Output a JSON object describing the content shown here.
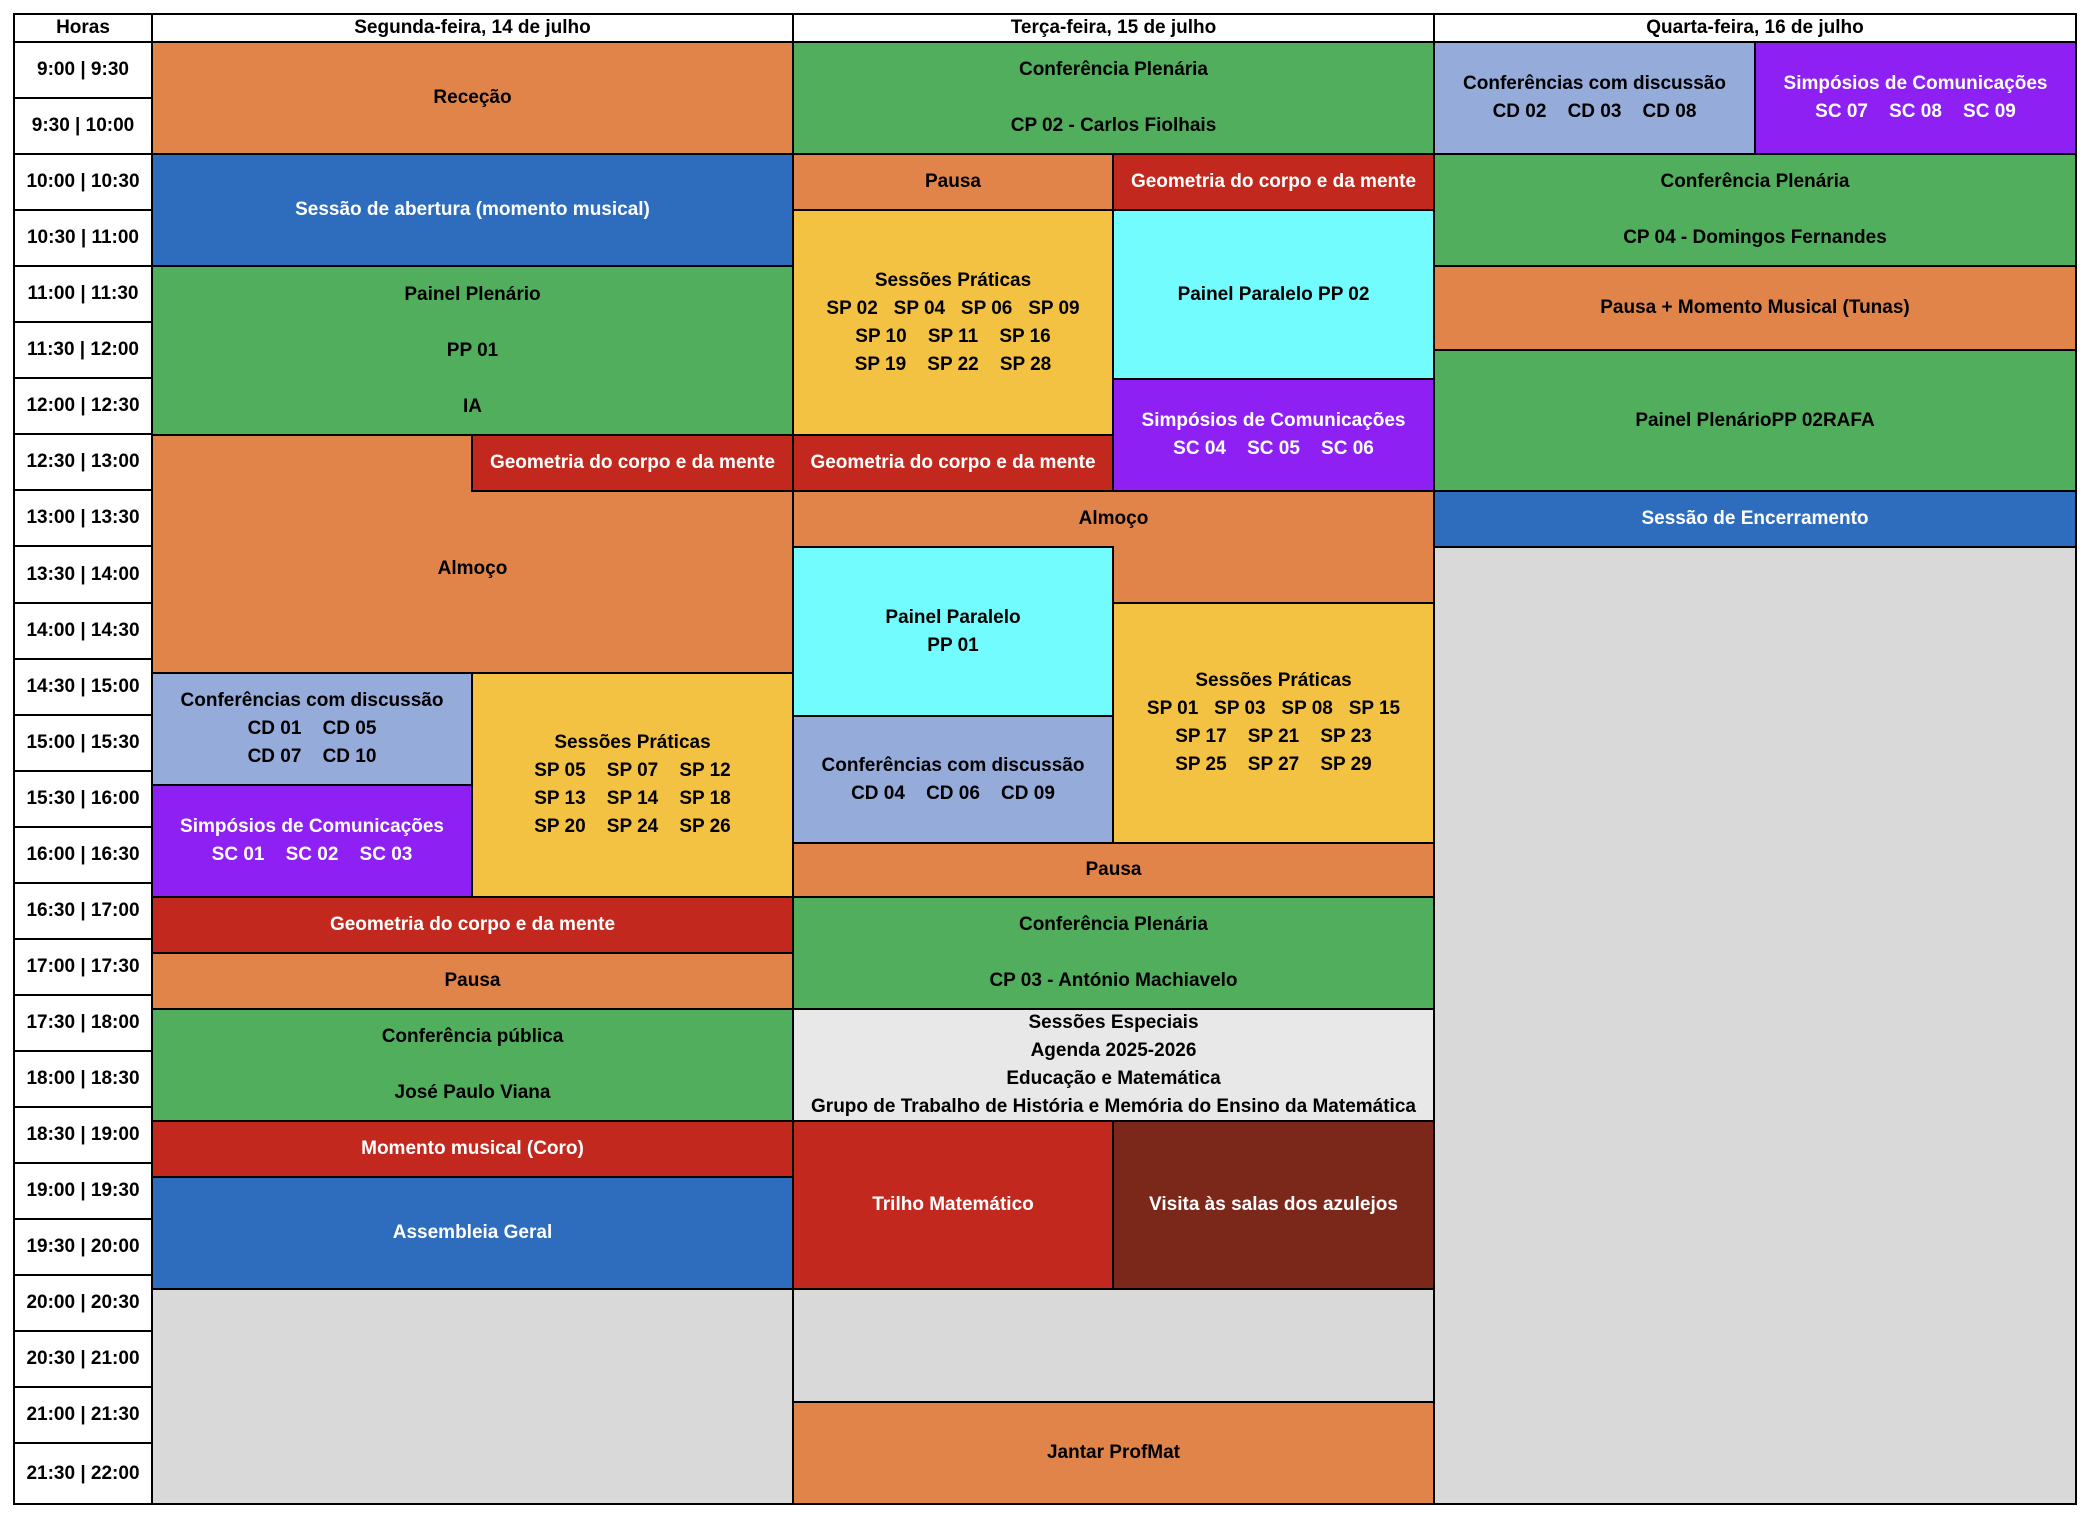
{
  "header": {
    "time_label": "Horas",
    "day1": "Segunda-feira, 14 de julho",
    "day2": "Terça-feira, 15 de julho",
    "day3": "Quarta-feira, 16 de julho"
  },
  "times": [
    "9:00 | 9:30",
    "9:30 | 10:00",
    "10:00 | 10:30",
    "10:30 | 11:00",
    "11:00 | 11:30",
    "11:30 | 12:00",
    "12:00 | 12:30",
    "12:30 | 13:00",
    "13:00 | 13:30",
    "13:30 | 14:00",
    "14:00 | 14:30",
    "14:30 | 15:00",
    "15:00 | 15:30",
    "15:30 | 16:00",
    "16:00 | 16:30",
    "16:30 | 17:00",
    "17:00 | 17:30",
    "17:30 | 18:00",
    "18:00 | 18:30",
    "18:30 | 19:00",
    "19:00 | 19:30",
    "19:30 | 20:00",
    "20:00 | 20:30",
    "20:30 | 21:00",
    "21:00 | 21:30",
    "21:30 | 22:00"
  ],
  "monday": {
    "rececao": "Receção",
    "abertura": "Sessão de abertura (momento musical)",
    "painel_plenario": {
      "l1": "Painel Plenário",
      "l2": "PP 01",
      "l3": "IA"
    },
    "geometria_1": "Geometria do corpo e da mente",
    "almoco": "Almoço",
    "cd": {
      "title": "Conferências com discussão",
      "r1": [
        "CD 01",
        "CD 05"
      ],
      "r2": [
        "CD 07",
        "CD 10"
      ]
    },
    "sp": {
      "title": "Sessões Práticas",
      "r1": [
        "SP 05",
        "SP 07",
        "SP 12"
      ],
      "r2": [
        "SP 13",
        "SP 14",
        "SP 18"
      ],
      "r3": [
        "SP 20",
        "SP 24",
        "SP 26"
      ]
    },
    "sc": {
      "title": "Simpósios de Comunicações",
      "r1": [
        "SC 01",
        "SC 02",
        "SC 03"
      ]
    },
    "geometria_2": "Geometria do corpo e da mente",
    "pausa": "Pausa",
    "conf_publica": {
      "l1": "Conferência pública",
      "l2": "José Paulo Viana"
    },
    "momento_coro": "Momento musical (Coro)",
    "assembleia": "Assembleia Geral"
  },
  "tuesday": {
    "conf_plenaria_1": {
      "l1": "Conferência Plenária",
      "l2": "CP 02 - Carlos Fiolhais"
    },
    "pausa_1": "Pausa",
    "geometria_1": "Geometria do corpo e da mente",
    "sp_a": {
      "title": "Sessões Práticas",
      "r1": [
        "SP 02",
        "SP 04",
        "SP 06",
        "SP 09"
      ],
      "r2": [
        "SP 10",
        "SP 11",
        "SP 16"
      ],
      "r3": [
        "SP 19",
        "SP 22",
        "SP 28"
      ]
    },
    "pp02": "Painel Paralelo PP 02",
    "sc": {
      "title": "Simpósios de Comunicações",
      "r1": [
        "SC 04",
        "SC 05",
        "SC 06"
      ]
    },
    "geometria_2": "Geometria do corpo e da mente",
    "almoco": "Almoço",
    "pp01": {
      "l1": "Painel Paralelo",
      "l2": "PP 01"
    },
    "sp_b": {
      "title": "Sessões Práticas",
      "r1": [
        "SP 01",
        "SP 03",
        "SP 08",
        "SP 15"
      ],
      "r2": [
        "SP 17",
        "SP 21",
        "SP 23"
      ],
      "r3": [
        "SP 25",
        "SP 27",
        "SP 29"
      ]
    },
    "cd": {
      "title": "Conferências com discussão",
      "r1": [
        "CD 04",
        "CD 06",
        "CD 09"
      ]
    },
    "pausa_2": "Pausa",
    "conf_plenaria_2": {
      "l1": "Conferência Plenária",
      "l2": "CP 03 - António Machiavelo"
    },
    "especiais": {
      "l1": "Sessões Especiais",
      "l2": "Agenda 2025-2026",
      "l3": "Educação e Matemática",
      "l4": "Grupo de Trabalho de História e Memória do Ensino da Matemática"
    },
    "trilho": "Trilho Matemático",
    "visita": "Visita às salas dos azulejos",
    "jantar": "Jantar ProfMat"
  },
  "wednesday": {
    "cd": {
      "title": "Conferências com discussão",
      "r1": [
        "CD 02",
        "CD 03",
        "CD 08"
      ]
    },
    "sc": {
      "title": "Simpósios de Comunicações",
      "r1": [
        "SC 07",
        "SC 08",
        "SC 09"
      ]
    },
    "conf_plenaria": {
      "l1": "Conferência Plenária",
      "l2": "CP 04 - Domingos Fernandes"
    },
    "pausa_musical": "Pausa + Momento Musical (Tunas)",
    "painel_plenario": "Painel PlenárioPP 02RAFA",
    "encerramento": "Sessão de Encerramento"
  },
  "colors": {
    "orange": "#e0844a",
    "green": "#51ae5d",
    "blue": "#2e6dbd",
    "teal": "#72fcfd",
    "yellow": "#f4c243",
    "light_blue": "#95abda",
    "purple": "#8e20f4",
    "red": "#c2281e",
    "maroon": "#7b2719",
    "light_gray": "#e8e8e8",
    "gray": "#d9d9d9"
  }
}
